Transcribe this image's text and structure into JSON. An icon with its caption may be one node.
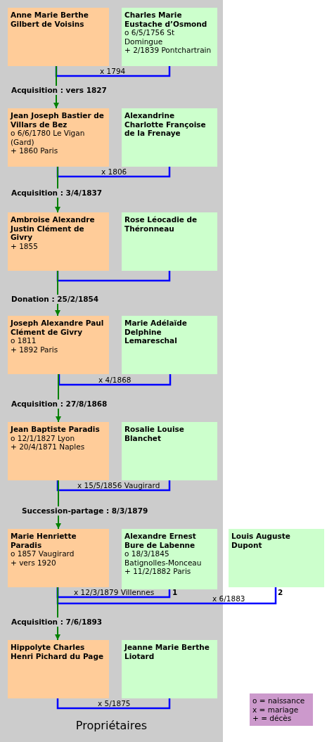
{
  "diagram": {
    "nodes": [
      {
        "text": [
          "Propriétaires"
        ]
      },
      {
        "text": [
          "Anne Marie Berthe Gilbert de Voisins"
        ],
        "in": 0
      },
      {
        "text": [
          "Charles Marie Eustache d’Osmond",
          "o 6/5/1756 St Domingue",
          "+ 2/1839 Pontchartrain"
        ],
        "in": 0
      },
      {
        "text": [
          "Jean Joseph Bastier de Villars de Bez",
          "o 6/6/1780 Le Vigan (Gard)",
          "+ 1860 Paris"
        ],
        "in": 0
      },
      {
        "text": [
          "Alexandrine Charlotte Françoise de la Frenaye"
        ],
        "in": 0
      },
      {
        "text": [
          "Ambroise Alexandre Justin Clément de Givry",
          "+ 1855"
        ],
        "in": 0
      },
      {
        "text": [
          "Rose Léocadie de Théronneau"
        ],
        "in": 0
      },
      {
        "text": [
          "Joseph Alexandre Paul Clément de Givry",
          "o 1811",
          "+ 1892 Paris"
        ],
        "in": 0
      },
      {
        "text": [
          "Marie Adélaïde Delphine Lemareschal"
        ],
        "in": 0
      },
      {
        "text": [
          "Jean Baptiste Paradis",
          "o 12/1/1827 Lyon",
          "+ 20/4/1871 Naples"
        ],
        "in": 0
      },
      {
        "text": [
          "Rosalie Louise Blanchet"
        ],
        "in": 0
      },
      {
        "text": [
          "Marie Henriette Paradis",
          "o 1857 Vaugirard",
          "+ vers 1920"
        ],
        "in": 0
      },
      {
        "text": [
          "Alexandre Ernest Bure de Labenne",
          "o 18/3/1845 Batignolles-Monceau",
          "+ 11/2/1882 Paris"
        ],
        "in": 0
      },
      {
        "text": [
          "Louis Auguste Dupont"
        ]
      },
      {
        "text": [
          "Hippolyte Charles Henri Pichard du Page"
        ],
        "in": 0
      },
      {
        "text": [
          "Jeanne Marie Berthe Liotard"
        ],
        "in": 0
      }
    ],
    "edges": [
      {
        "from": 1,
        "to": 2,
        "arrow": "none",
        "label": "x 1794"
      },
      {
        "from": 1,
        "to": 3,
        "arrow": "to",
        "label": "Acquisition : vers 1827",
        "color": "#008000"
      },
      {
        "from": 3,
        "to": 4,
        "arrow": "none",
        "label": "x 1806"
      },
      {
        "from": 3,
        "to": 5,
        "arrow": "to",
        "label": "Acquisition : 3/4/1837",
        "color": "#008000"
      },
      {
        "from": 5,
        "to": 6,
        "arrow": "none"
      },
      {
        "from": 5,
        "to": 7,
        "arrow": "to",
        "label": "Donation : 25/2/1854",
        "color": "#008000"
      },
      {
        "from": 7,
        "to": 8,
        "arrow": "none",
        "label": "x 4/1868"
      },
      {
        "from": 7,
        "to": 9,
        "arrow": "to",
        "label": "Acquisition : 27/8/1868",
        "color": "#008000"
      },
      {
        "from": 9,
        "to": 10,
        "arrow": "none",
        "label": "x 15/5/1856 Vaugirard"
      },
      {
        "from": 9,
        "to": 11,
        "arrow": "to",
        "label": "Succession-partage : 8/3/1879",
        "color": "#008000"
      },
      {
        "from": 11,
        "to": 12,
        "arrow": "none",
        "label": "x 12/3/1879 Villennes"
      },
      {
        "from": 11,
        "to": 13,
        "arrow": "none",
        "label": "x 6/1883"
      },
      {
        "from": 11,
        "to": 14,
        "arrow": "to",
        "label": "Acquisition : 7/6/1893",
        "color": "#008000"
      },
      {
        "from": 14,
        "to": 15,
        "arrow": "none",
        "label": "x 5/1875"
      }
    ],
    "labels": [
      "1",
      "2"
    ],
    "legend": [
      {
        "text": "o = naissance"
      },
      {
        "text": "x = mariage"
      },
      {
        "text": "+ = décès"
      }
    ]
  }
}
